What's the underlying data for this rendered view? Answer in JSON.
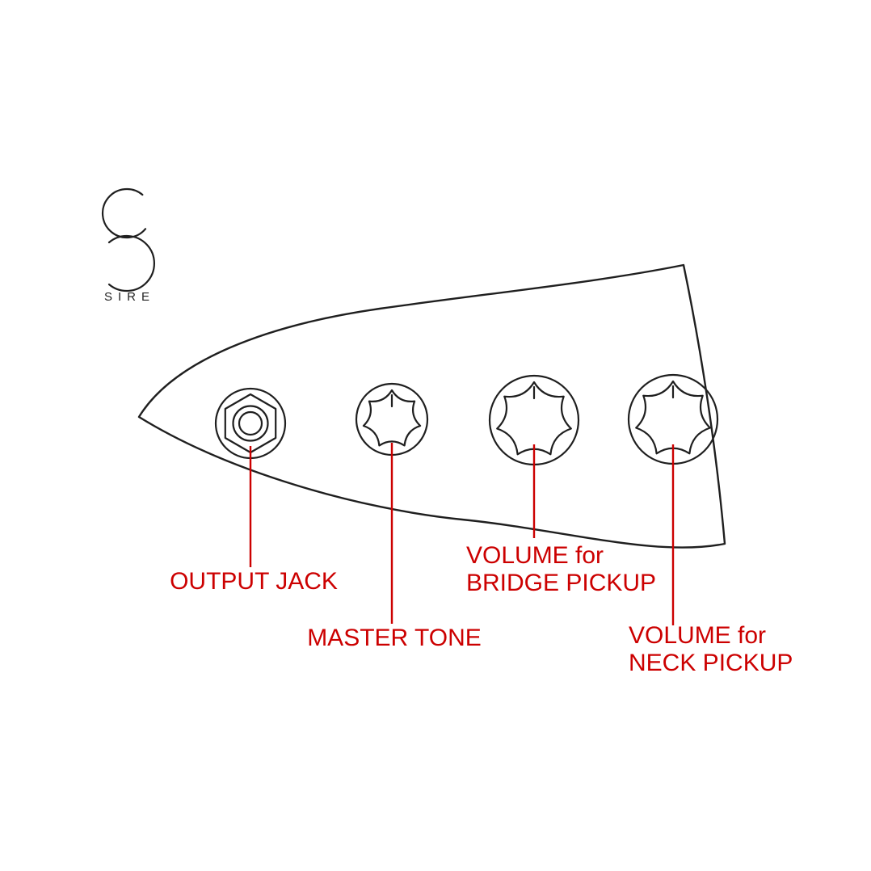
{
  "colors": {
    "background": "#ffffff",
    "ink": "#1f1f1f",
    "callout": "#cc0000"
  },
  "logo": {
    "brand": "SIRE"
  },
  "callouts": {
    "output_jack": {
      "label": "OUTPUT JACK"
    },
    "master_tone": {
      "label": "MASTER TONE"
    },
    "volume_bridge": {
      "line1": "VOLUME for",
      "line2": "BRIDGE PICKUP"
    },
    "volume_neck": {
      "line1": "VOLUME for",
      "line2": "NECK PICKUP"
    }
  }
}
